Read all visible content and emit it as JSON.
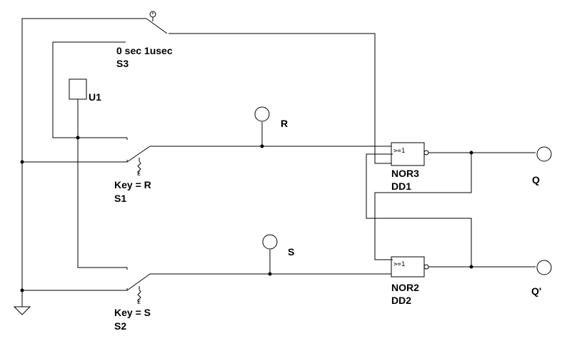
{
  "switch_s3": {
    "timing": "0 sec 1usec",
    "name": "S3"
  },
  "source_u1": {
    "name": "U1"
  },
  "switch_s1": {
    "key": "Key = R",
    "name": "S1"
  },
  "switch_s2": {
    "key": "Key = S",
    "name": "S2"
  },
  "probe_r": {
    "label": "R"
  },
  "probe_s": {
    "label": "S"
  },
  "gate_dd1": {
    "symbol": ">=1",
    "type": "NOR3",
    "name": "DD1"
  },
  "gate_dd2": {
    "symbol": ">=1",
    "type": "NOR2",
    "name": "DD2"
  },
  "output_q": {
    "label": "Q"
  },
  "output_qbar": {
    "label": "Q'"
  }
}
